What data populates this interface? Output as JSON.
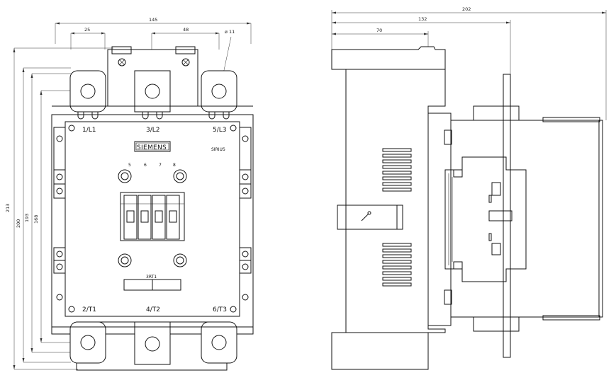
{
  "front_view": {
    "terminals_top": [
      "1/L1",
      "3/L2",
      "5/L3"
    ],
    "terminals_bottom": [
      "2/T1",
      "4/T2",
      "6/T3"
    ],
    "brand": "SIEMENS",
    "series": "SIRIUS",
    "model": "3RT1",
    "aux_contacts": [
      "5",
      "6",
      "7",
      "8"
    ],
    "dims_h": {
      "overall": "145",
      "pole_left": "25",
      "pole_mid": "48",
      "hole": "ø 11"
    },
    "dims_v": {
      "d1": "213",
      "d2": "200",
      "d3": "193",
      "d4": "168"
    }
  },
  "side_view": {
    "dims": {
      "overall": "202",
      "mid": "132",
      "front": "70"
    }
  }
}
